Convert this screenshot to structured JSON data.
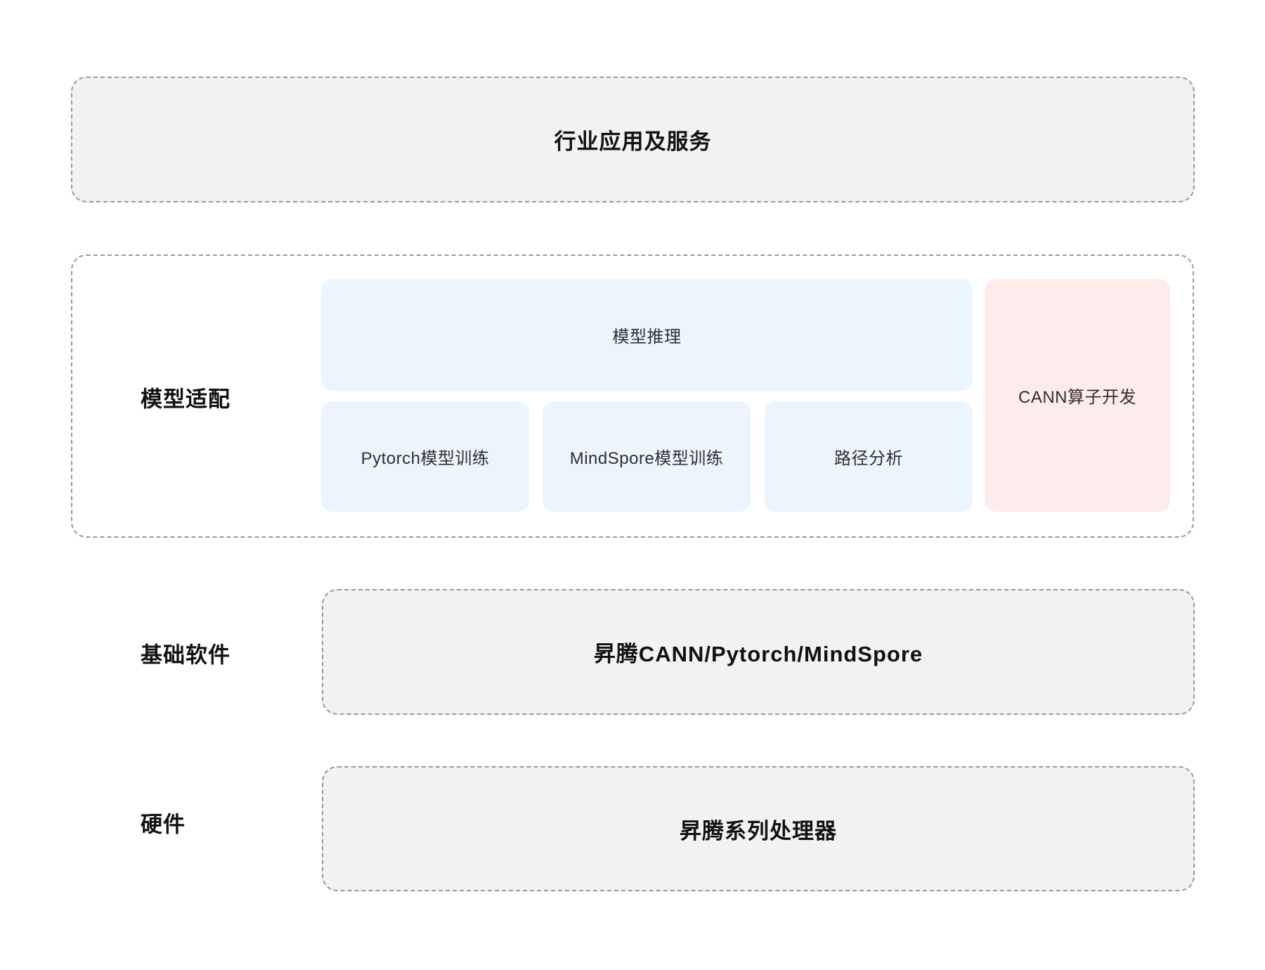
{
  "colors": {
    "page-bg": "#ffffff",
    "gray-fill": "#f2f2f3",
    "blue-fill": "#ecf4fd",
    "pink-fill": "#fdeceb",
    "dash-border": "#999999",
    "title-text": "#111111",
    "label-text": "#303030"
  },
  "layers": {
    "industry": {
      "title": "行业应用及服务"
    },
    "model_adaptation": {
      "side_label": "模型适配",
      "inference": "模型推理",
      "items": [
        "Pytorch模型训练",
        "MindSpore模型训练",
        "路径分析"
      ],
      "cann": "CANN算子开发"
    },
    "base_software": {
      "side_label": "基础软件",
      "title": "昇腾CANN/Pytorch/MindSpore"
    },
    "hardware": {
      "side_label": "硬件",
      "title": "昇腾系列处理器"
    }
  }
}
